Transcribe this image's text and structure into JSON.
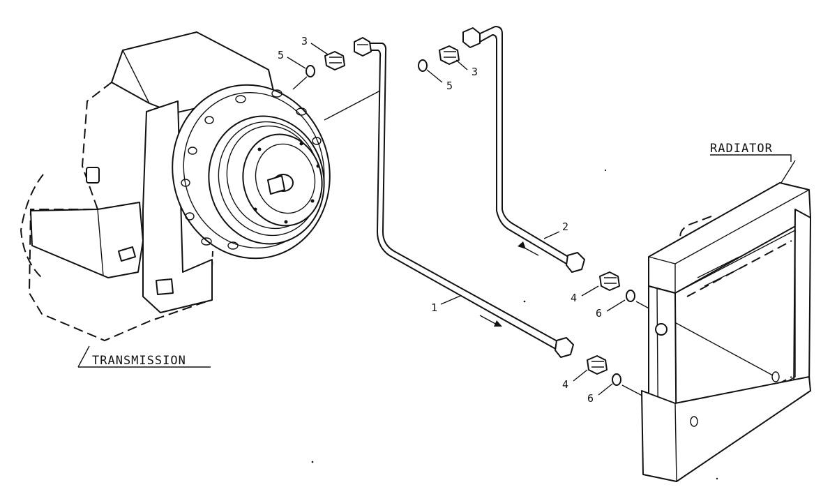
{
  "labels": {
    "transmission": "TRANSMISSION",
    "radiator": "RADIATOR"
  },
  "callouts": {
    "c1": "1",
    "c2": "2",
    "c3a": "3",
    "c3b": "3",
    "c4a": "4",
    "c4b": "4",
    "c5a": "5",
    "c5b": "5",
    "c6a": "6",
    "c6b": "6"
  }
}
